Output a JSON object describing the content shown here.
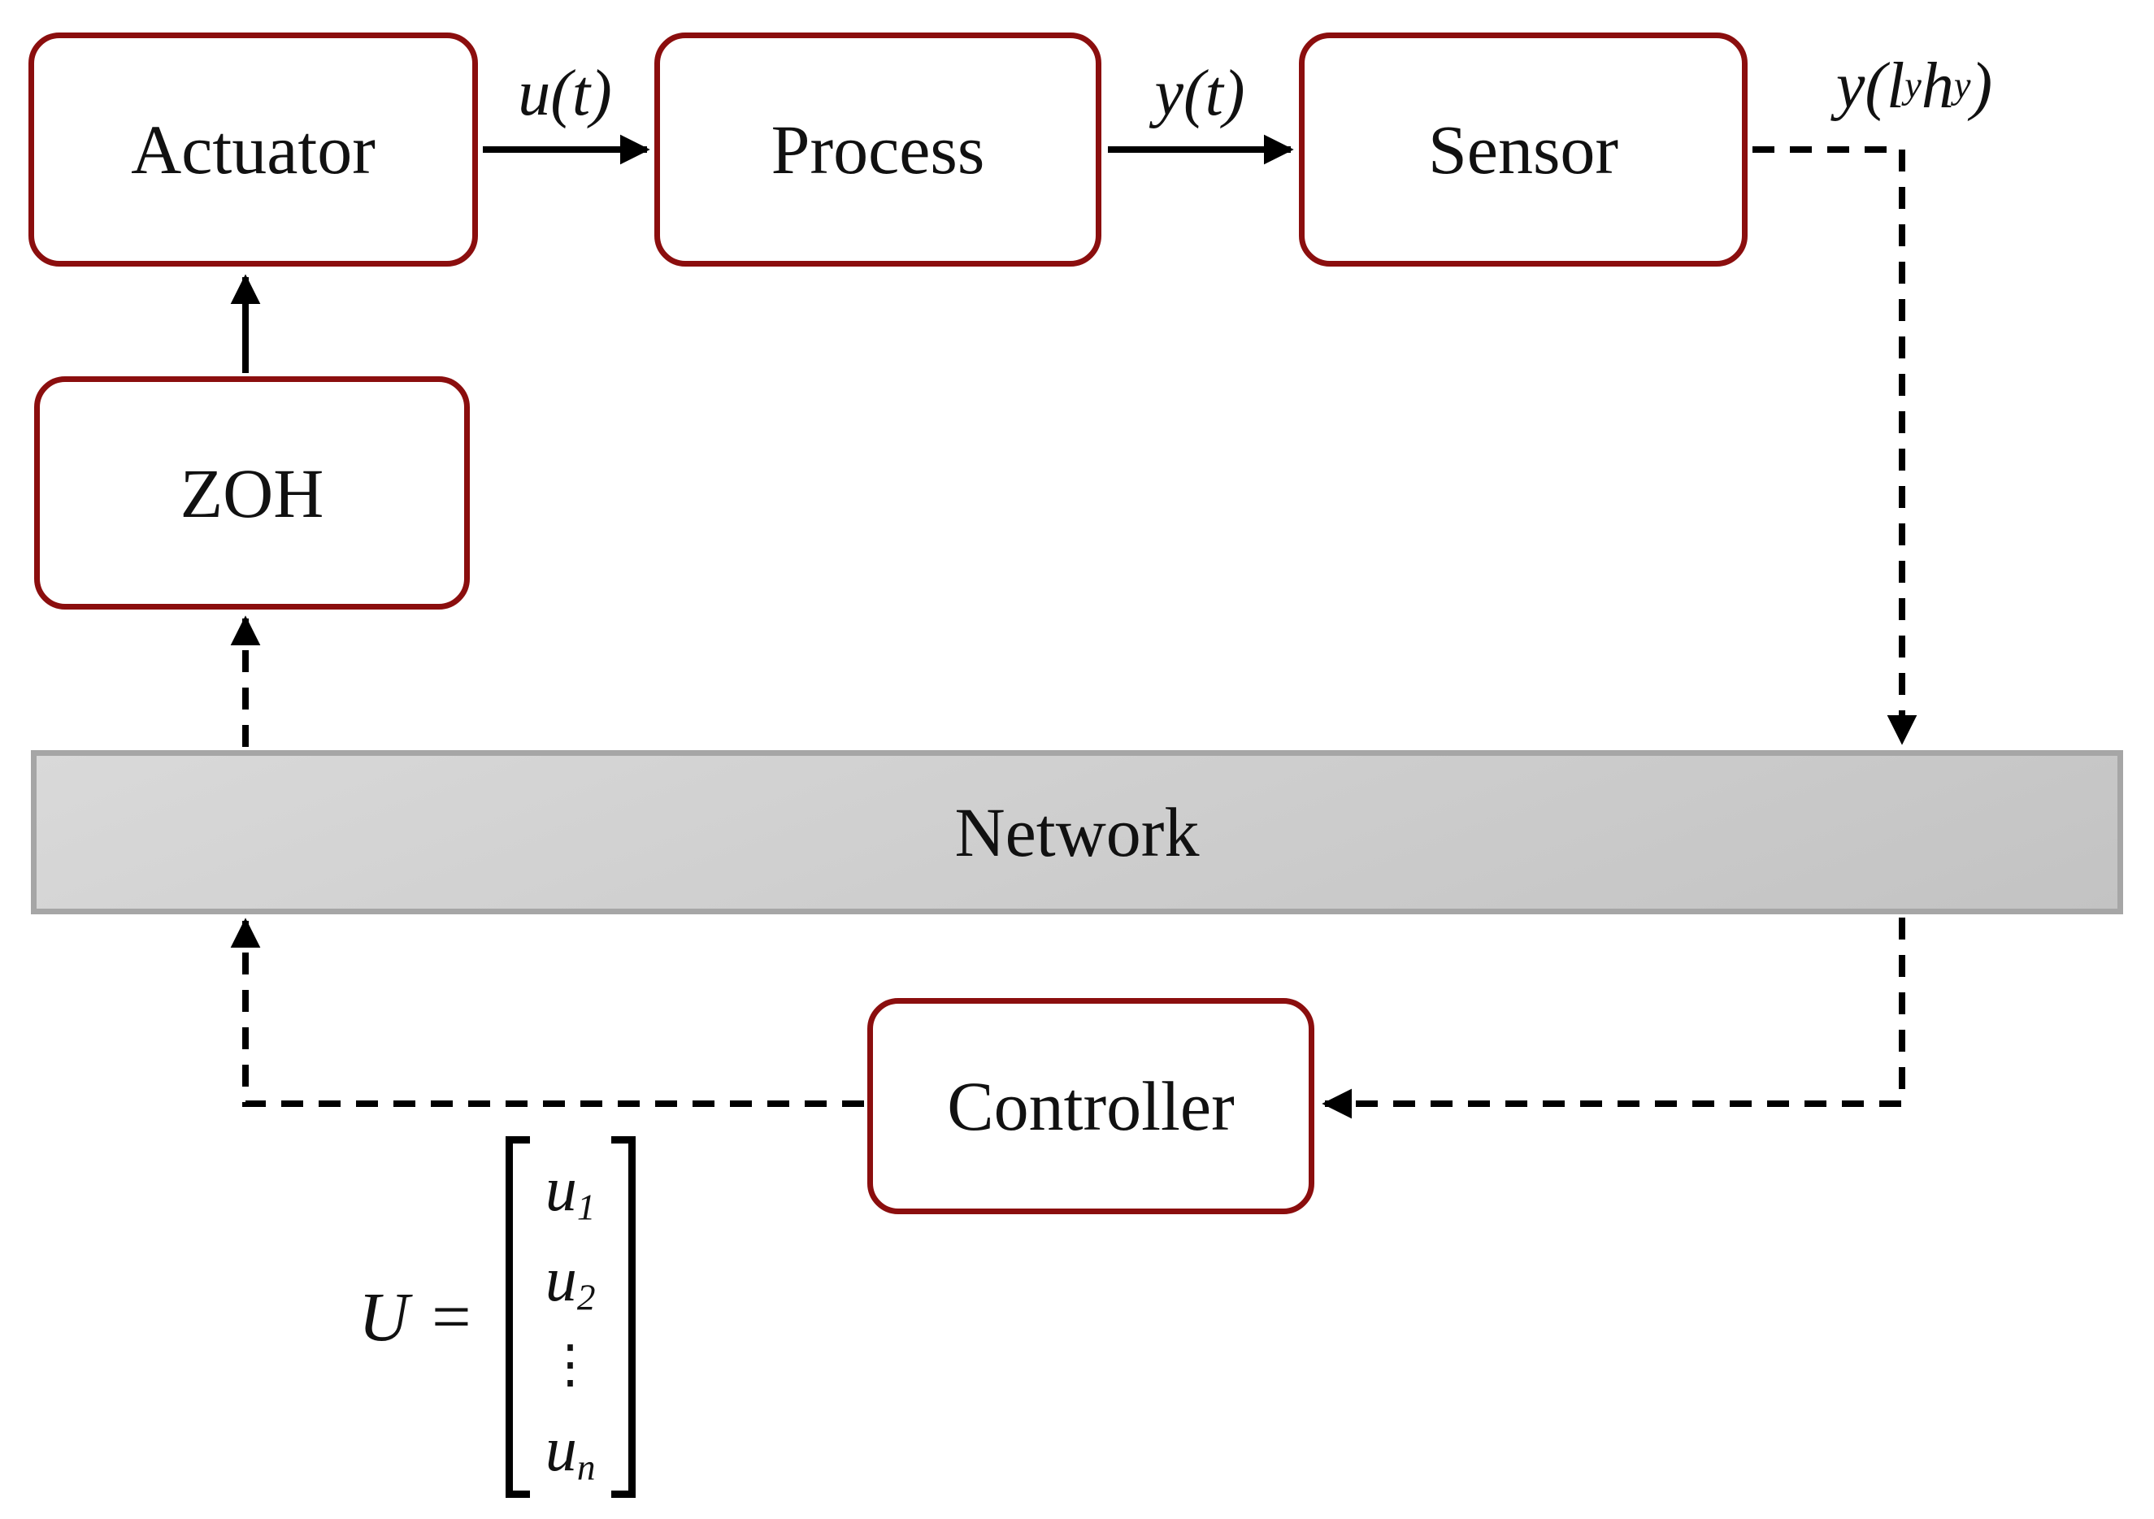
{
  "nodes": {
    "actuator": {
      "label": "Actuator"
    },
    "process": {
      "label": "Process"
    },
    "sensor": {
      "label": "Sensor"
    },
    "zoh": {
      "label": "ZOH"
    },
    "network": {
      "label": "Network"
    },
    "controller": {
      "label": "Controller"
    }
  },
  "signals": {
    "u_t": "u(t)",
    "y_t": "y(t)",
    "y_sampled": {
      "p1": "y(l",
      "s1": "y",
      "p2": "h",
      "s2": "y",
      "p3": ")"
    }
  },
  "equation": {
    "lhs": "U",
    "equals": "=",
    "rows": [
      {
        "base": "u",
        "sub": "1"
      },
      {
        "base": "u",
        "sub": "2"
      },
      {
        "base": "⋮",
        "sub": ""
      },
      {
        "base": "u",
        "sub": "n"
      }
    ]
  },
  "colors": {
    "box_border": "#8B0E0E",
    "line": "#000000",
    "text": "#111111",
    "network_border": "#A6A6A6",
    "network_fill_top": "#D9D9D9",
    "network_fill_bottom": "#C3C3C3"
  }
}
